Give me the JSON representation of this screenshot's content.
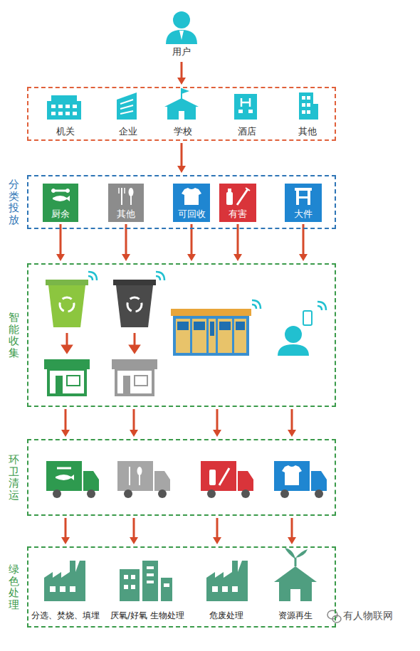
{
  "diagram": {
    "nodes": [
      {
        "text": [
          "用户"
        ]
      },
      {
        "text": []
      },
      {
        "text": [
          "机关"
        ],
        "in": 1
      },
      {
        "text": [
          "企业"
        ],
        "in": 1
      },
      {
        "text": [
          "学校"
        ],
        "in": 1
      },
      {
        "text": [
          "酒店"
        ],
        "in": 1
      },
      {
        "text": [
          "其他"
        ],
        "in": 1
      },
      {
        "text": [
          "分类投放"
        ]
      },
      {
        "text": [
          "厨余"
        ],
        "in": 7
      },
      {
        "text": [
          "其他"
        ],
        "in": 7
      },
      {
        "text": [
          "可回收"
        ],
        "in": 7
      },
      {
        "text": [
          "有害"
        ],
        "in": 7
      },
      {
        "text": [
          "大件"
        ],
        "in": 7
      },
      {
        "text": [
          "智能收集"
        ]
      },
      {
        "text": [
          "环卫清运"
        ]
      },
      {
        "text": [
          "绿色处理"
        ]
      },
      {
        "text": [
          "分选、焚烧、填埋"
        ],
        "in": 15
      },
      {
        "text": [
          "厌氧/好氧 生物处理"
        ],
        "in": 15
      },
      {
        "text": [
          "危废处理"
        ],
        "in": 15
      },
      {
        "text": [
          "资源再生"
        ],
        "in": 15
      }
    ],
    "edges": [
      {
        "from": 0,
        "to": 1,
        "arrow": "to"
      },
      {
        "from": 1,
        "to": 7,
        "arrow": "to"
      },
      {
        "from": 8,
        "to": 13,
        "arrow": "to"
      },
      {
        "from": 9,
        "to": 13,
        "arrow": "to"
      },
      {
        "from": 10,
        "to": 13,
        "arrow": "to"
      },
      {
        "from": 11,
        "to": 13,
        "arrow": "to"
      },
      {
        "from": 12,
        "to": 13,
        "arrow": "to"
      },
      {
        "from": 13,
        "to": 14,
        "arrow": "to"
      },
      {
        "from": 13,
        "to": 14,
        "arrow": "to"
      },
      {
        "from": 13,
        "to": 14,
        "arrow": "to"
      },
      {
        "from": 13,
        "to": 14,
        "arrow": "to"
      },
      {
        "from": 14,
        "to": 15,
        "arrow": "to"
      },
      {
        "from": 14,
        "to": 15,
        "arrow": "to"
      },
      {
        "from": 14,
        "to": 15,
        "arrow": "to"
      },
      {
        "from": 14,
        "to": 15,
        "arrow": "to"
      }
    ],
    "labels": [
      "有人物联网"
    ]
  }
}
